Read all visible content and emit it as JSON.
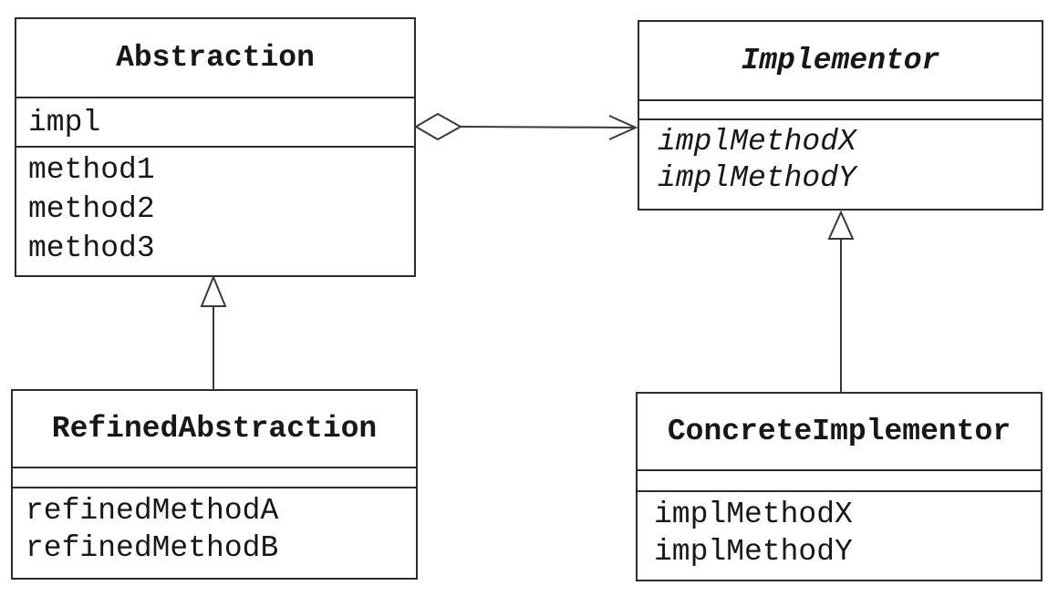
{
  "diagram": {
    "title": "Bridge pattern UML class diagram",
    "colors": {
      "background": "#fcfcfb",
      "line": "#2e2e2e",
      "text": "#1a1a1a",
      "box_fill": "#fdfdfc"
    },
    "classes": [
      {
        "name": "Abstraction",
        "abstract": false,
        "attributes": [
          "impl"
        ],
        "methods": [
          "method1",
          "method2",
          "method3"
        ]
      },
      {
        "name": "Implementor",
        "abstract": true,
        "attributes": [],
        "methods": [
          "implMethodX",
          "implMethodY"
        ]
      },
      {
        "name": "RefinedAbstraction",
        "abstract": false,
        "attributes": [],
        "methods": [
          "refinedMethodA",
          "refinedMethodB"
        ]
      },
      {
        "name": "ConcreteImplementor",
        "abstract": false,
        "attributes": [],
        "methods": [
          "implMethodX",
          "implMethodY"
        ]
      }
    ],
    "relationships": [
      {
        "type": "aggregation",
        "from": "Abstraction",
        "to": "Implementor",
        "description": "Abstraction holds impl reference to Implementor (open diamond at Abstraction, open arrow at Implementor)"
      },
      {
        "type": "generalization",
        "from": "RefinedAbstraction",
        "to": "Abstraction",
        "description": "hollow triangle inheritance arrow pointing up"
      },
      {
        "type": "generalization",
        "from": "ConcreteImplementor",
        "to": "Implementor",
        "description": "hollow triangle inheritance arrow pointing up"
      }
    ]
  }
}
